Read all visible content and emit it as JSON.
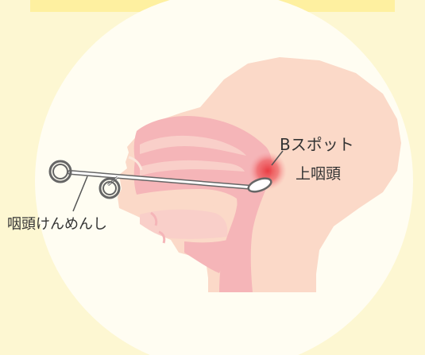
{
  "labels": {
    "b_spot": "Bスポット",
    "epipharynx": "上咽頭",
    "swab": "咽頭けんめんし"
  },
  "colors": {
    "background": "#fdf7d2",
    "circle": "#fffdf2",
    "top_bar": "#fef0a0",
    "skin": "#fbd9c8",
    "tissue": "#f5b5b8",
    "tissue_light": "#f9cfc9",
    "highlight": "#e8363c",
    "instrument": "#666666",
    "label_text": "#333333"
  },
  "icons": {
    "swab_instrument": "nasopharyngeal-swab-icon",
    "finger_ring": "ring-icon"
  }
}
